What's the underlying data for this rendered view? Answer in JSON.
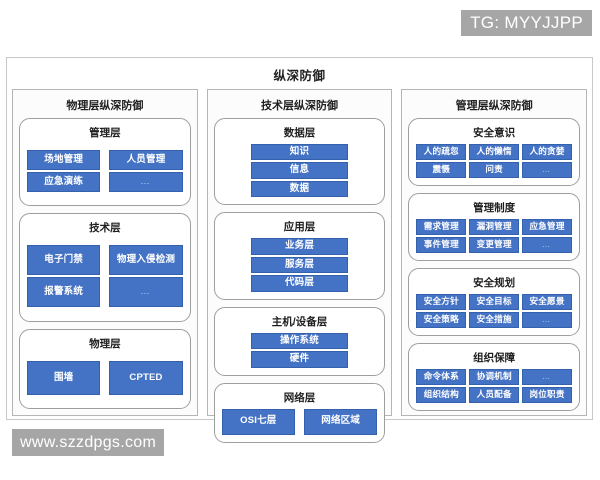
{
  "watermarks": {
    "top": "TG: MYYJJPP",
    "bottom": "www.szzdpgs.com"
  },
  "diagram": {
    "title": "纵深防御",
    "columns": [
      {
        "id": "physical",
        "title": "物理层纵深防御",
        "groups": [
          {
            "id": "management-layer",
            "title": "管理层",
            "layout": "cols-2",
            "cells": [
              "场地管理",
              "人员管理",
              "应急演练",
              "…"
            ]
          },
          {
            "id": "technology-layer",
            "title": "技术层",
            "layout": "cols-2",
            "cells": [
              "电子门禁",
              "物理入侵检测",
              "报警系统",
              "…"
            ]
          },
          {
            "id": "physical-layer",
            "title": "物理层",
            "layout": "cols-2",
            "cells": [
              "围墙",
              "CPTED"
            ]
          }
        ]
      },
      {
        "id": "technical",
        "title": "技术层纵深防御",
        "groups": [
          {
            "id": "data-layer",
            "title": "数据层",
            "layout": "cols-1",
            "cells": [
              "知识",
              "信息",
              "数据"
            ]
          },
          {
            "id": "application-layer",
            "title": "应用层",
            "layout": "cols-1",
            "cells": [
              "业务层",
              "服务层",
              "代码层"
            ]
          },
          {
            "id": "host-device-layer",
            "title": "主机/设备层",
            "layout": "cols-1",
            "cells": [
              "操作系统",
              "硬件"
            ]
          },
          {
            "id": "network-layer",
            "title": "网络层",
            "layout": "cols-2",
            "cells": [
              "OSI七层",
              "网络区域"
            ]
          }
        ]
      },
      {
        "id": "managerial",
        "title": "管理层纵深防御",
        "groups": [
          {
            "id": "security-awareness",
            "title": "安全意识",
            "layout": "cols-3",
            "cells": [
              "人的疏忽",
              "人的懒惰",
              "人的贪婪",
              "震慑",
              "问责",
              "…"
            ]
          },
          {
            "id": "management-system",
            "title": "管理制度",
            "layout": "cols-3",
            "cells": [
              "需求管理",
              "漏洞管理",
              "应急管理",
              "事件管理",
              "变更管理",
              "…"
            ]
          },
          {
            "id": "security-planning",
            "title": "安全规划",
            "layout": "cols-3",
            "cells": [
              "安全方针",
              "安全目标",
              "安全愿景",
              "安全策略",
              "安全措施",
              "…"
            ]
          },
          {
            "id": "organizational-guarantee",
            "title": "组织保障",
            "layout": "cols-3",
            "cells": [
              "命令体系",
              "协调机制",
              "…",
              "组织结构",
              "人员配备",
              "岗位职责"
            ]
          }
        ]
      }
    ]
  },
  "colors": {
    "cell_blue": "#4472c4",
    "cell_border": "#3461ab",
    "frame_gray": "#c8c8c8",
    "watermark_gray": "#a6a6a6"
  }
}
